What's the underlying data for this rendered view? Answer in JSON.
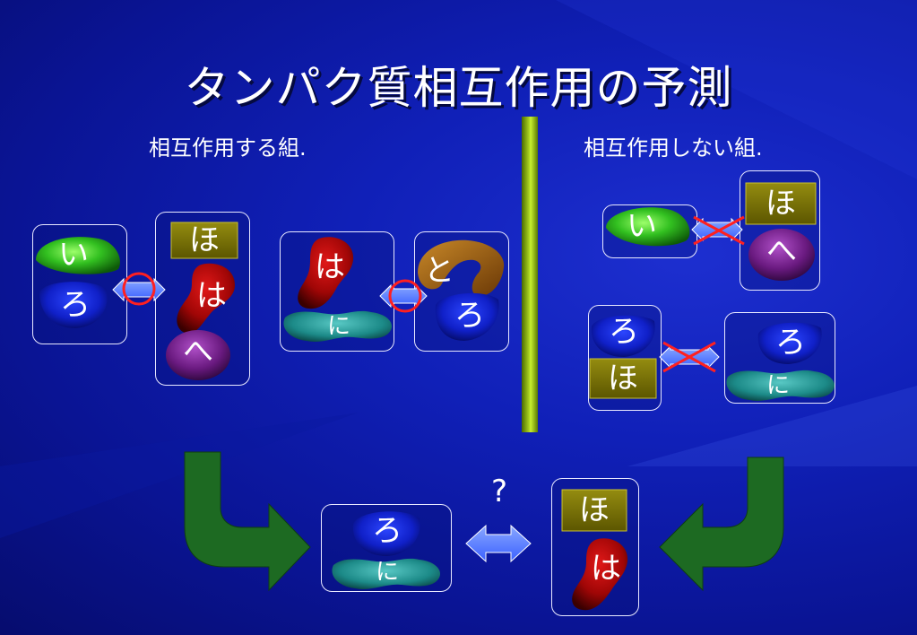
{
  "title": "タンパク質相互作用の予測",
  "left_heading": "相互作用する組.",
  "right_heading": "相互作用しない組.",
  "question_mark": "?",
  "labels": {
    "i": "い",
    "ro": "ろ",
    "ha": "は",
    "ni": "に",
    "ho": "ほ",
    "he": "へ",
    "to": "と"
  },
  "colors": {
    "background": "#0a1494",
    "i_protein": "#32c020",
    "ro_protein": "#1020c8",
    "ha_protein": "#b00808",
    "ni_protein": "#1c8a88",
    "ho_tag": "#7a7200",
    "he_protein": "#6a1a80",
    "to_protein": "#a06010",
    "curved_arrow": "#1d6a22",
    "interaction_mark": "#ff2020"
  }
}
